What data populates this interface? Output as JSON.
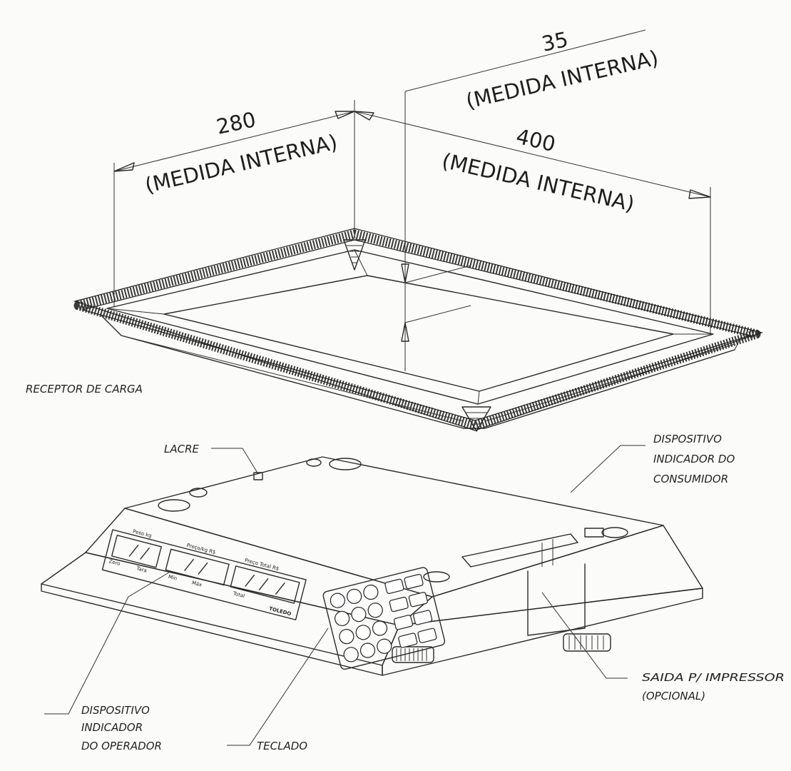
{
  "dimensions": {
    "depth": {
      "value": "35",
      "note": "(MEDIDA INTERNA)"
    },
    "width": {
      "value": "280",
      "note": "(MEDIDA INTERNA)"
    },
    "length": {
      "value": "400",
      "note": "(MEDIDA INTERNA)"
    }
  },
  "labels": {
    "load_receptor": "RECEPTOR DE CARGA",
    "seal": "LACRE",
    "consumer_display": [
      "DISPOSITIVO",
      "INDICADOR DO",
      "CONSUMIDOR"
    ],
    "operator_display": [
      "DISPOSITIVO",
      "INDICADOR",
      "DO OPERADOR"
    ],
    "keyboard": "TECLADO",
    "printer_output": [
      "SAIDA P/ IMPRESSOR",
      "(OPCIONAL)"
    ]
  },
  "display_panel": {
    "weight_header": "Peso kg",
    "price_header": "Preço/kg R$",
    "total_header": "Preço Total R$",
    "sub_labels": [
      "Zero",
      "Tara",
      "Mín",
      "Máx",
      "Total"
    ],
    "brand": "TOLEDO"
  }
}
